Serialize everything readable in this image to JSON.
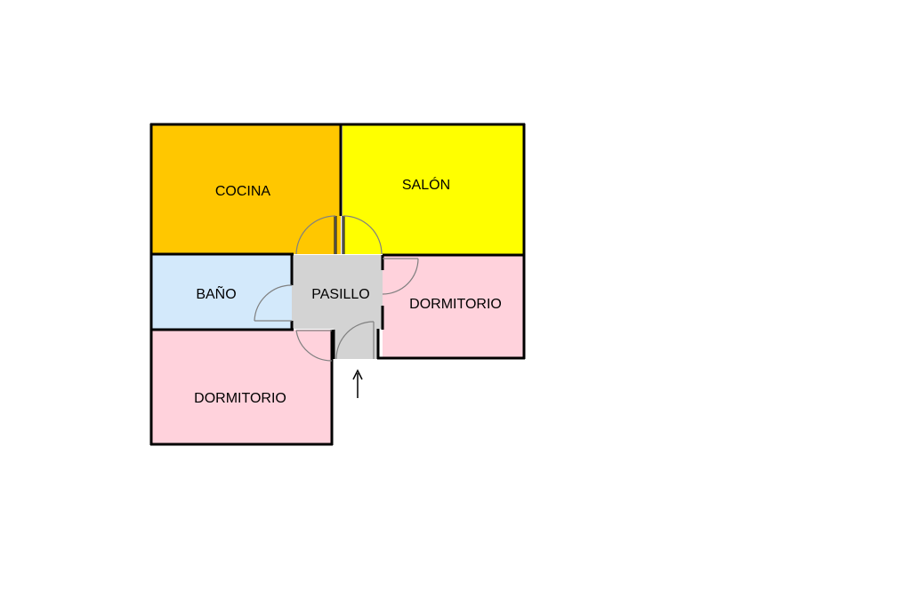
{
  "rooms": {
    "cocina": {
      "label": "COCINA",
      "color": "#FFC700"
    },
    "salon": {
      "label": "SALÓN",
      "color": "#FFFF00"
    },
    "bano": {
      "label": "BAÑO",
      "color": "#D3E9FB"
    },
    "pasillo": {
      "label": "PASILLO",
      "color": "#D3D3D3"
    },
    "dormitorio_right": {
      "label": "DORMITORIO",
      "color": "#FFD2DC"
    },
    "dormitorio_left": {
      "label": "DORMITORIO",
      "color": "#FFD2DC"
    }
  },
  "colors": {
    "wall": "#000000",
    "door": "#808080",
    "background": "#FFFFFF"
  },
  "icons": {
    "entrance": "arrow-up-icon"
  }
}
